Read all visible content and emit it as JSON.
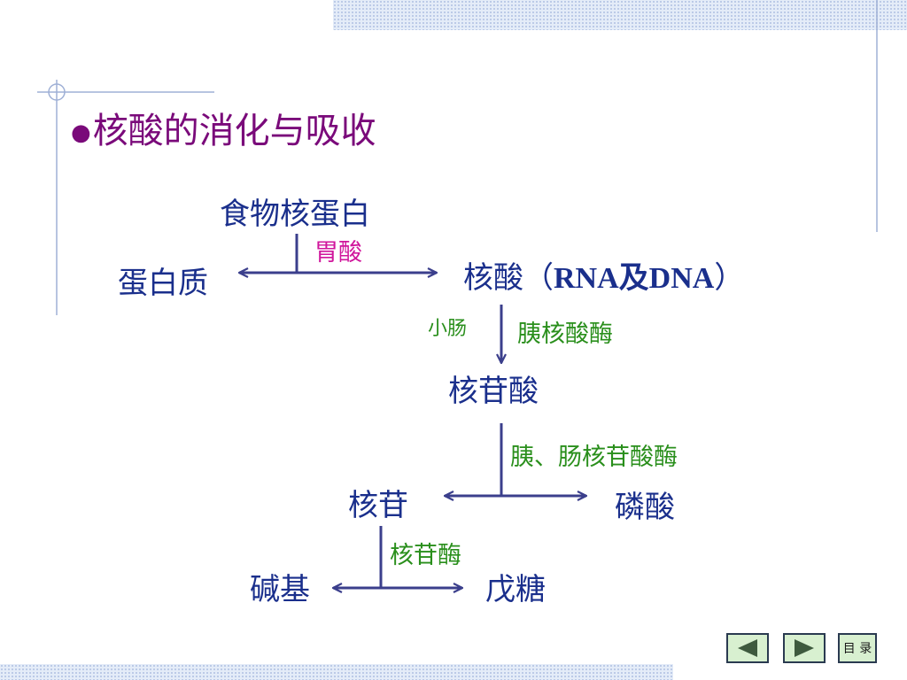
{
  "slide": {
    "title": "核酸的消化与吸收",
    "bullet": "●"
  },
  "diagram": {
    "food": "食物核蛋白",
    "gastric_acid": "胃酸",
    "protein": "蛋白质",
    "nucleic_acid_prefix": "核酸（",
    "nucleic_acid_latin": "RNA及DNA",
    "nucleic_acid_suffix": "）",
    "small_intestine": "小肠",
    "pancreatic_nuclease": "胰核酸酶",
    "nucleotide": "核苷酸",
    "nucleotidase": "胰、肠核苷酸酶",
    "nucleoside": "核苷",
    "phosphate": "磷酸",
    "nucleosidase": "核苷酶",
    "base": "碱基",
    "pentose": "戊糖"
  },
  "nav": {
    "prev_icon": "triangle-left-icon",
    "next_icon": "triangle-right-icon",
    "menu_label": "目 录"
  },
  "colors": {
    "node_text": "#1a2f8c",
    "enzyme_text": "#2a8f1c",
    "acid_text": "#d0169c",
    "title_text": "#7a0a7a",
    "arrow": "#3b3f8c"
  }
}
